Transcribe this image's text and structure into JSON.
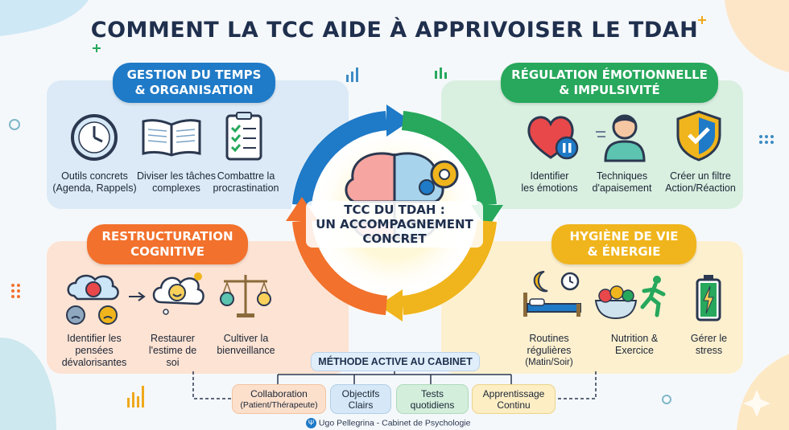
{
  "title": "COMMENT LA TCC AIDE À APPRIVOISER LE TDAH",
  "center": {
    "lines": [
      "TCC DU TDAH :",
      "UN ACCOMPAGNEMENT",
      "CONCRET"
    ]
  },
  "quadrants": {
    "time": {
      "title_lines": [
        "GESTION DU TEMPS",
        "& ORGANISATION"
      ],
      "color": "#1f7ac7",
      "items": [
        {
          "icon": "clock-icon",
          "lines": [
            "Outils concrets",
            "(Agenda, Rappels)"
          ]
        },
        {
          "icon": "open-book-icon",
          "lines": [
            "Diviser les tâches",
            "complexes"
          ]
        },
        {
          "icon": "checklist-icon",
          "lines": [
            "Combattre la",
            "procrastination"
          ]
        }
      ]
    },
    "emotion": {
      "title_lines": [
        "RÉGULATION ÉMOTIONNELLE",
        "& IMPULSIVITÉ"
      ],
      "color": "#27a85c",
      "items": [
        {
          "icon": "heart-pause-icon",
          "lines": [
            "Identifier",
            "les émotions"
          ]
        },
        {
          "icon": "calm-person-icon",
          "lines": [
            "Techniques",
            "d'apaisement"
          ]
        },
        {
          "icon": "shield-check-icon",
          "lines": [
            "Créer un filtre",
            "Action/Réaction"
          ]
        }
      ]
    },
    "cognitive": {
      "title_lines": [
        "RESTRUCTURATION",
        "COGNITIVE"
      ],
      "color": "#f2712c",
      "items": [
        {
          "icon": "negative-thoughts-icon",
          "lines": [
            "Identifier les",
            "pensées",
            "dévalorisantes"
          ]
        },
        {
          "icon": "happy-thought-icon",
          "lines": [
            "Restaurer",
            "l'estime de",
            "soi"
          ]
        },
        {
          "icon": "balance-scale-icon",
          "lines": [
            "Cultiver la",
            "bienveillance"
          ]
        }
      ]
    },
    "life": {
      "title_lines": [
        "HYGIÈNE DE VIE",
        "& ÉNERGIE"
      ],
      "color": "#f0a81c",
      "items": [
        {
          "icon": "bed-moon-icon",
          "lines": [
            "Routines",
            "régulières",
            "(Matin/Soir)"
          ]
        },
        {
          "icon": "fruit-runner-icon",
          "lines": [
            "Nutrition &",
            "Exercice"
          ]
        },
        {
          "icon": "battery-icon",
          "lines": [
            "Gérer le",
            "stress"
          ]
        }
      ]
    }
  },
  "method": {
    "title": "MÉTHODE ACTIVE AU CABINET",
    "chips": [
      {
        "lines": [
          "Collaboration",
          "(Patient/Thérapeute)"
        ],
        "color": "#fde0cc"
      },
      {
        "lines": [
          "Objectifs",
          "Clairs"
        ],
        "color": "#d6e8f7"
      },
      {
        "lines": [
          "Tests",
          "quotidiens"
        ],
        "color": "#d3efdc"
      },
      {
        "lines": [
          "Apprentissage",
          "Continu"
        ],
        "color": "#fdeec4"
      }
    ]
  },
  "footer": "Ugo Pellegrina - Cabinet de Psychologie"
}
